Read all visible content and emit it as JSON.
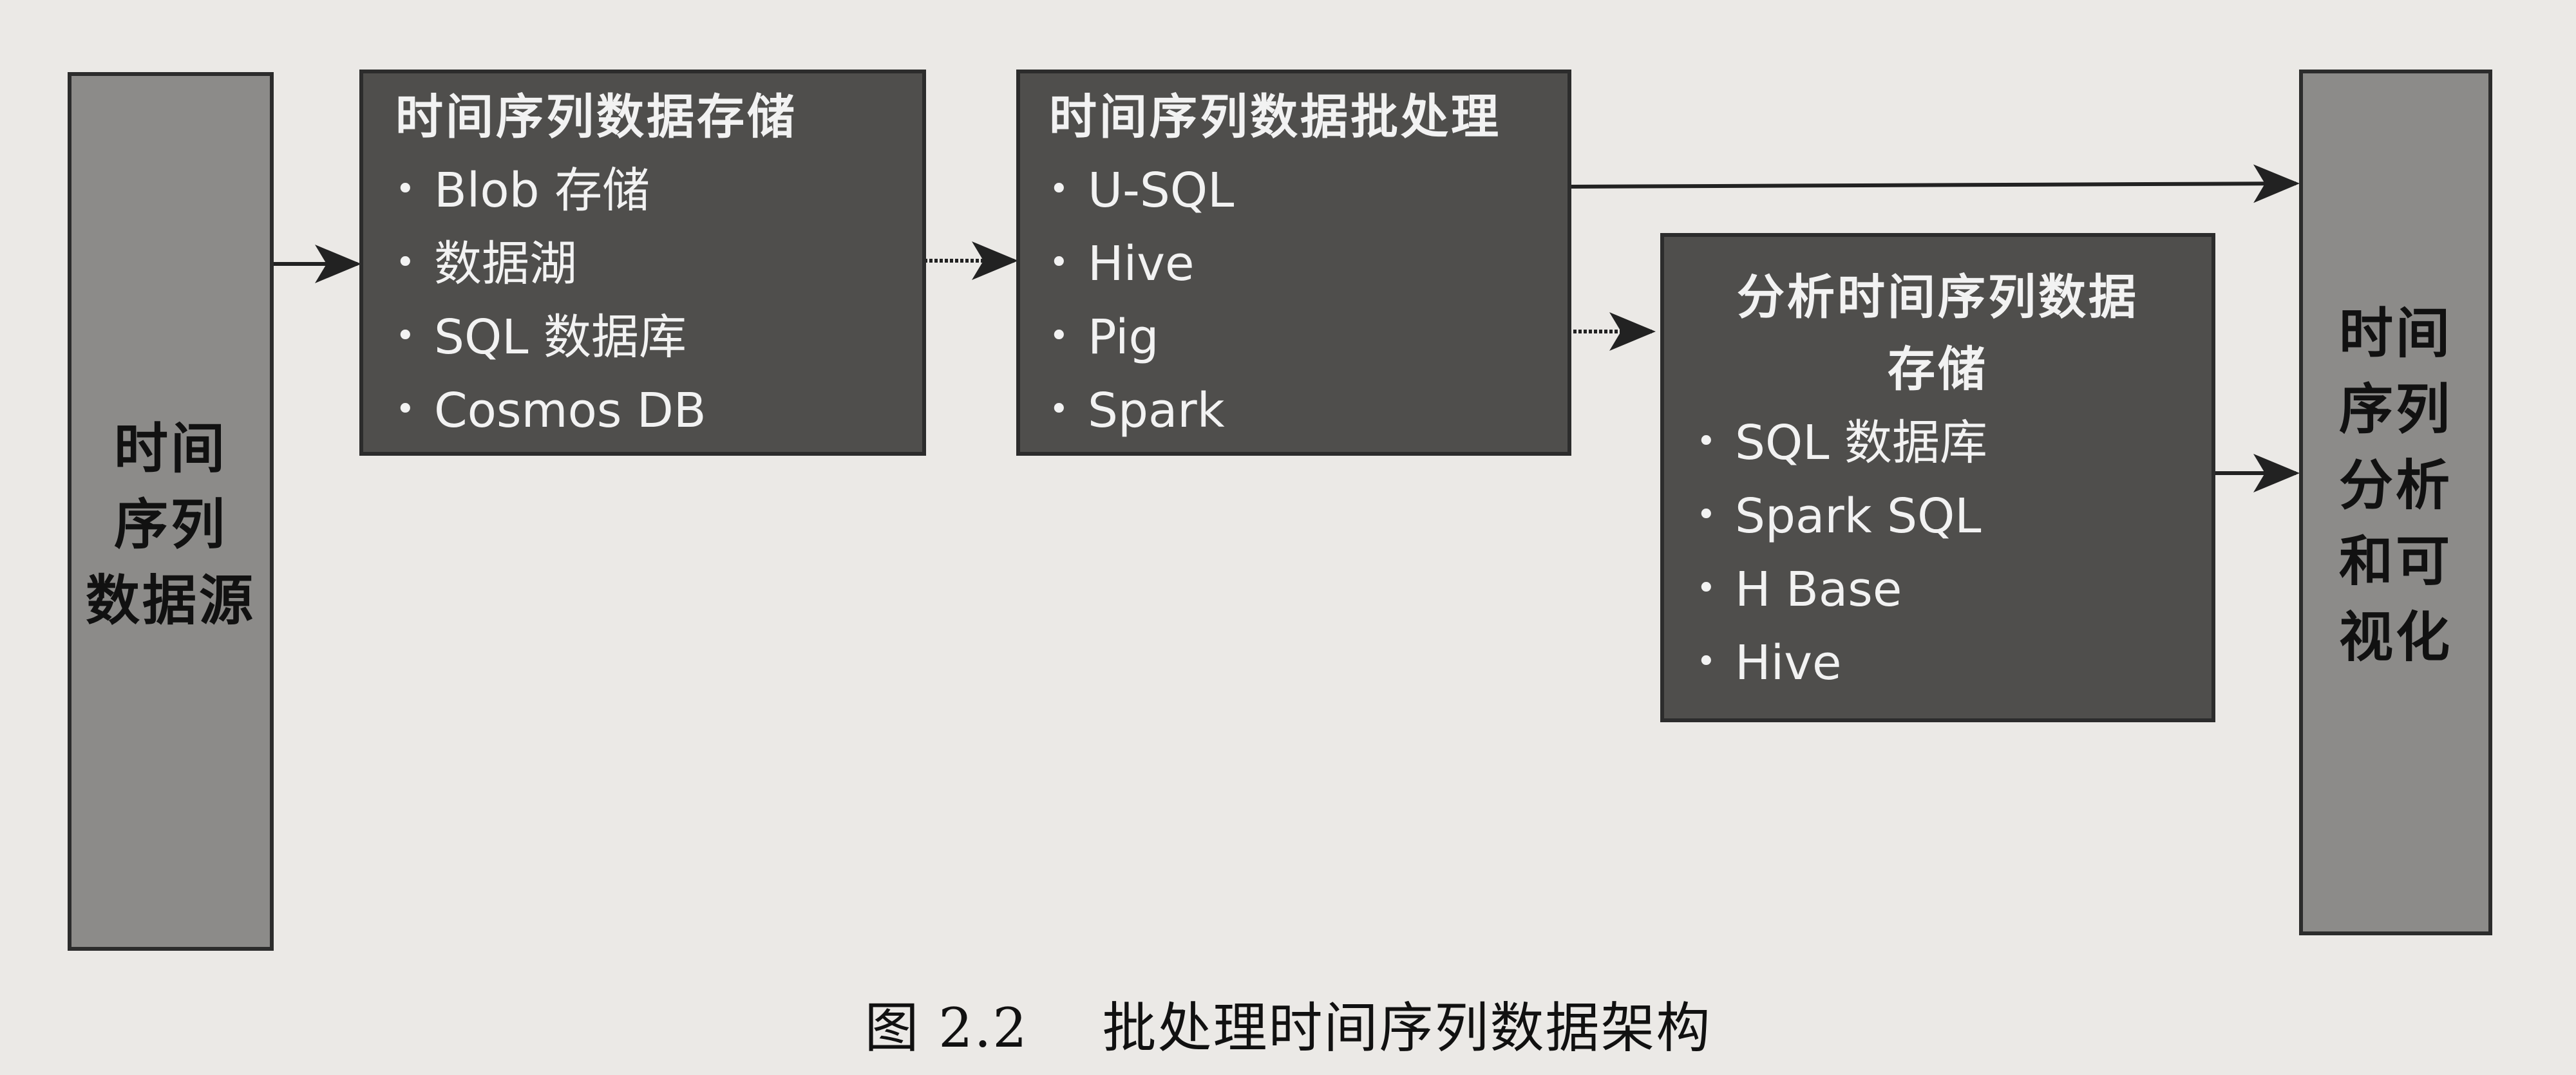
{
  "source_box": {
    "lines": [
      "时间",
      "序列",
      "数据源"
    ]
  },
  "storage_box": {
    "title": "时间序列数据存储",
    "items": [
      "Blob 存储",
      "数据湖",
      "SQL 数据库",
      "Cosmos DB"
    ]
  },
  "batch_box": {
    "title": "时间序列数据批处理",
    "items": [
      "U-SQL",
      "Hive",
      "Pig",
      "Spark"
    ]
  },
  "analytics_store_box": {
    "title_lines": [
      "分析时间序列数据",
      "存储"
    ],
    "items": [
      "SQL 数据库",
      "Spark SQL",
      "H Base",
      "Hive"
    ]
  },
  "viz_box": {
    "lines": [
      "时间",
      "序列",
      "分析",
      "和可",
      "视化"
    ]
  },
  "caption": {
    "label": "图 2.2",
    "text": "批处理时间序列数据架构"
  },
  "colors": {
    "dark_box": "#4f4e4c",
    "gray_box": "#8c8b89",
    "arrow": "#222222"
  }
}
